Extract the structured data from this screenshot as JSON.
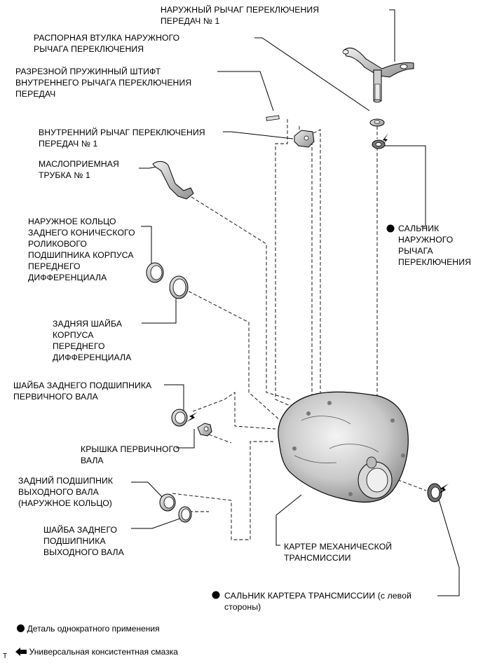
{
  "labels": {
    "outer_shift_lever": "НАРУЖНЫЙ РЫЧАГ ПЕРЕКЛЮЧЕНИЯ\nПЕРЕДАЧ № 1",
    "spacer": "РАСПОРНАЯ ВТУЛКА НАРУЖНОГО\nРЫЧАГА ПЕРЕКЛЮЧЕНИЯ",
    "slotted_pin": "РАЗРЕЗНОЙ ПРУЖИННЫЙ ШТИФТ\nВНУТРЕННЕГО РЫЧАГА ПЕРЕКЛЮЧЕНИЯ\nПЕРЕДАЧ",
    "inner_shift_lever": "ВНУТРЕННИЙ РЫЧАГ ПЕРЕКЛЮЧЕНИЯ\nПЕРЕДАЧ № 1",
    "oil_pipe": "МАСЛОПРИЕМНАЯ\nТРУБКА № 1",
    "outer_lever_seal": "САЛЬНИК\nНАРУЖНОГО\nРЫЧАГА\nПЕРЕКЛЮЧЕНИЯ",
    "bearing_outer_race": "НАРУЖНОЕ КОЛЬЦО\nЗАДНЕГО КОНИЧЕСКОГО\nРОЛИКОВОГО\nПОДШИПНИКА КОРПУСА\nПЕРЕДНЕГО\nДИФФЕРЕНЦИАЛА",
    "diff_washer": "ЗАДНЯЯ ШАЙБА\nКОРПУСА\nПЕРЕДНЕГО\nДИФФЕРЕНЦИАЛА",
    "input_bearing_washer": "ШАЙБА ЗАДНЕГО ПОДШИПНИКА\nПЕРВИЧНОГО ВАЛА",
    "input_cover": "КРЫШКА ПЕРВИЧНОГО\nВАЛА",
    "output_bearing": "ЗАДНИЙ ПОДШИПНИК\nВЫХОДНОГО ВАЛА\n(НАРУЖНОЕ КОЛЬЦО)",
    "output_washer": "ШАЙБА ЗАДНЕГО\nПОДШИПНИКА\nВЫХОДНОГО ВАЛА",
    "case": "КАРТЕР МЕХАНИЧЕСКОЙ\nТРАНСМИССИИ",
    "case_seal": "САЛЬНИК КАРТЕРА ТРАНСМИССИИ (с левой\nстороны)"
  },
  "legend": {
    "non_reusable": "Деталь однократного применения",
    "grease": "Универсальная консистентная смазка"
  },
  "footer_mark": "T",
  "colors": {
    "ink": "#000000",
    "part_fill": "#dcdcdc",
    "part_shade": "#9a9a9a"
  }
}
